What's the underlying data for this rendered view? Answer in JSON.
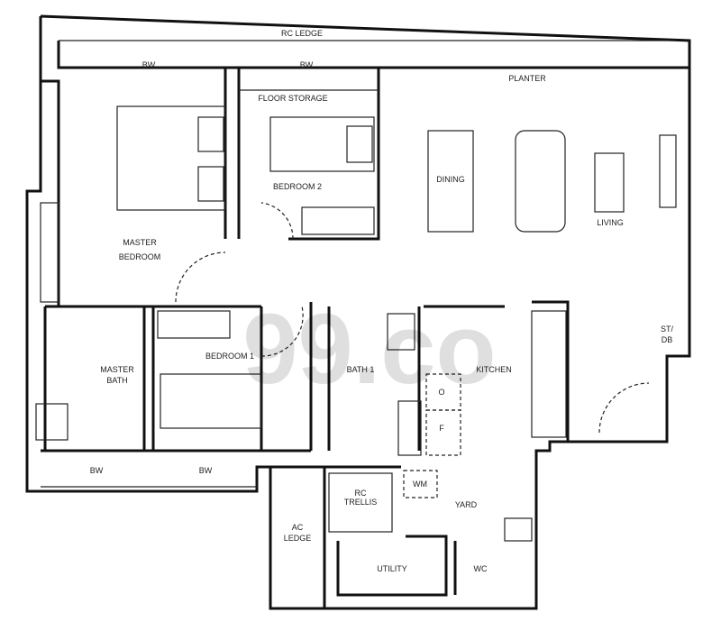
{
  "watermark": "99.co",
  "labels": {
    "rc_ledge": "RC LEDGE",
    "bw_top_left": "BW",
    "bw_top_mid": "BW",
    "floor_storage": "FLOOR STORAGE",
    "planter": "PLANTER",
    "bedroom2": "BEDROOM 2",
    "dining": "DINING",
    "living": "LIVING",
    "master_bedroom_1": "MASTER",
    "master_bedroom_2": "BEDROOM",
    "master_bath_1": "MASTER",
    "master_bath_2": "BATH",
    "bedroom1": "BEDROOM 1",
    "bath1": "BATH 1",
    "kitchen": "KITCHEN",
    "st_db_1": "ST/",
    "st_db_2": "DB",
    "oven": "O",
    "fridge": "F",
    "bw_bottom_left": "BW",
    "bw_bottom_mid": "BW",
    "ac_ledge_1": "AC",
    "ac_ledge_2": "LEDGE",
    "rc_trellis_1": "RC",
    "rc_trellis_2": "TRELLIS",
    "wm": "WM",
    "yard": "YARD",
    "utility": "UTILITY",
    "wc": "WC"
  }
}
